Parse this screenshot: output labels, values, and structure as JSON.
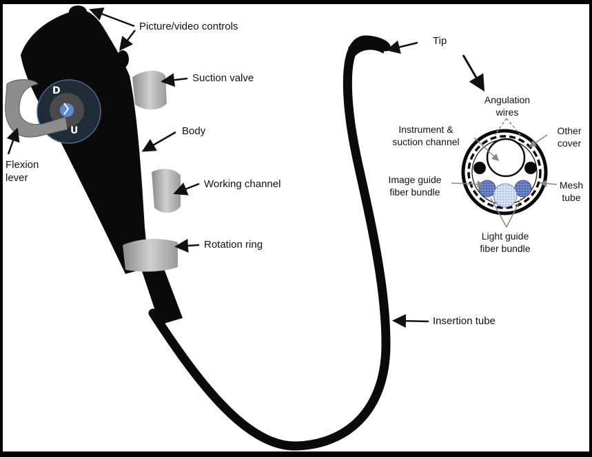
{
  "labels": {
    "picture_video_controls": "Picture/video controls",
    "suction_valve": "Suction valve",
    "body": "Body",
    "working_channel": "Working channel",
    "rotation_ring": "Rotation ring",
    "flexion_lever": [
      "Flexion",
      "lever"
    ],
    "tip": "Tip",
    "insertion_tube": "Insertion tube",
    "angulation_wires": [
      "Angulation",
      "wires"
    ],
    "instrument_suction_channel": [
      "Instrument &",
      "suction channel"
    ],
    "other_cover": [
      "Other",
      "cover"
    ],
    "image_guide_fiber_bundle": [
      "Image guide",
      "fiber bundle"
    ],
    "mesh_tube": [
      "Mesh",
      "tube"
    ],
    "light_guide_fiber_bundle": [
      "Light guide",
      "fiber bundle"
    ]
  },
  "dial": {
    "top_letter": "D",
    "bottom_letter": "U"
  },
  "colors": {
    "body": "#0a0a0a",
    "valve": "#a9a9a9",
    "dial_ring": "#2f3a4a",
    "fiber": "#6f86c9",
    "light_fiber": "#c4d0ea"
  }
}
